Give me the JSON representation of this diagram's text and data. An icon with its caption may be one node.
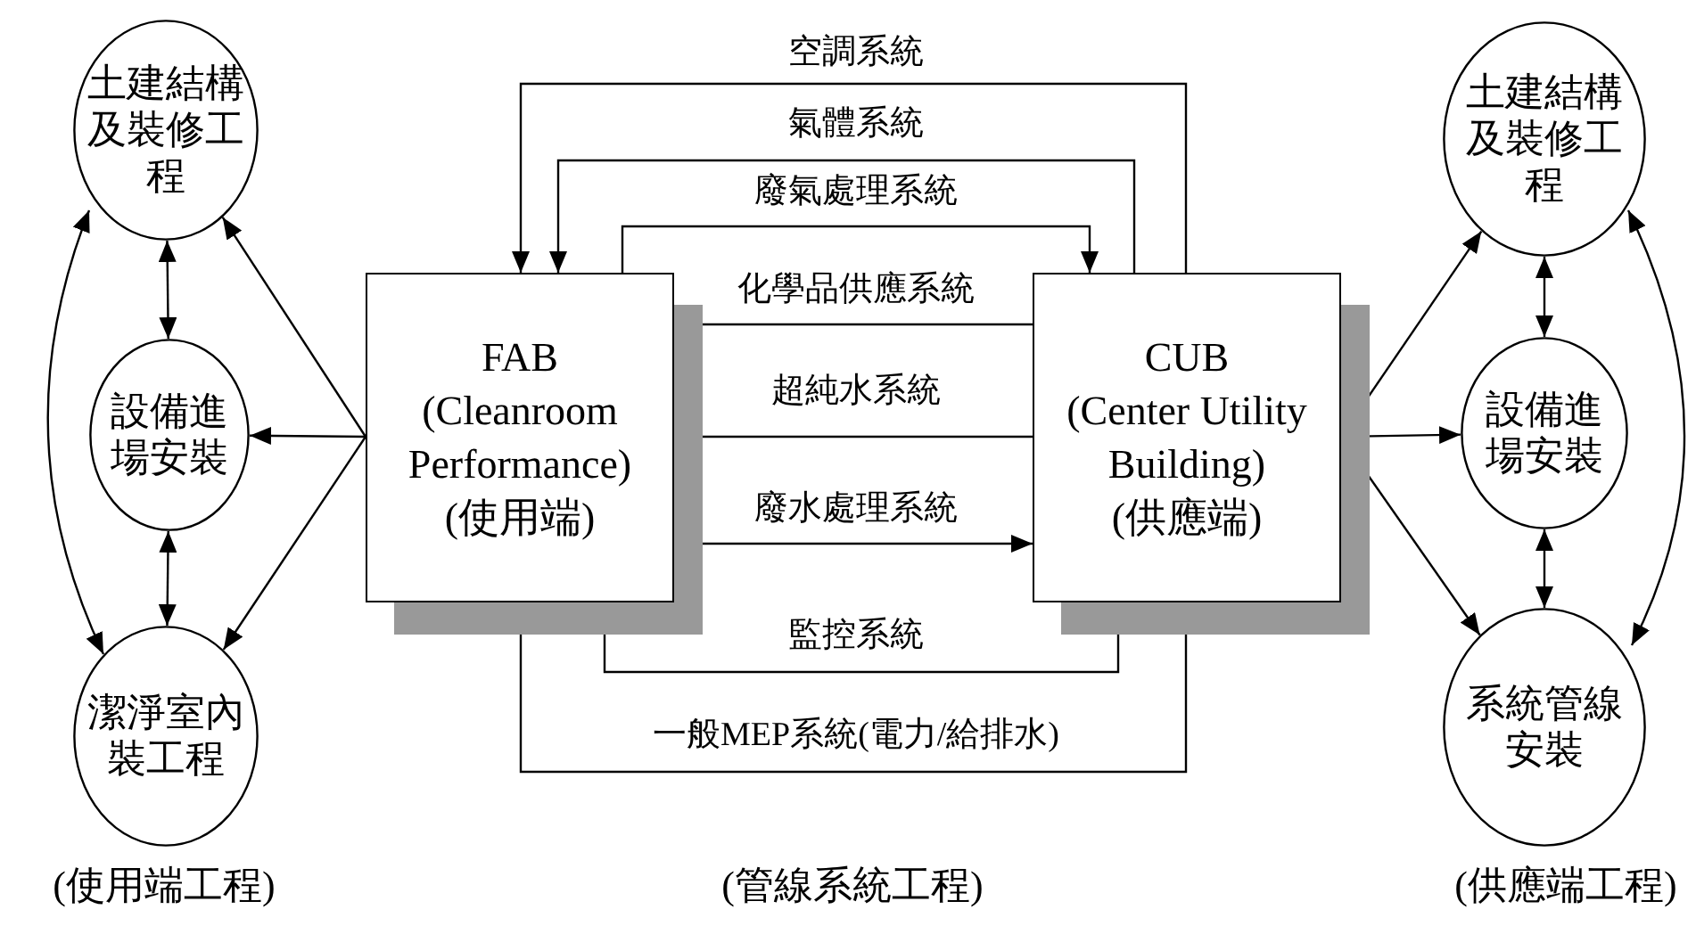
{
  "diagram": {
    "nodes": [
      {
        "text": [
          "土建結構及裝修工程"
        ]
      },
      {
        "text": [
          "設備進場安裝"
        ]
      },
      {
        "text": [
          "潔淨室內裝工程"
        ]
      },
      {
        "text": [
          "FAB",
          "(Cleanroom Performance)",
          "(使用端)"
        ]
      },
      {
        "text": [
          "CUB",
          "(Center Utility Building)",
          "(供應端)"
        ]
      },
      {
        "text": [
          "土建結構及裝修工程"
        ]
      },
      {
        "text": [
          "設備進場安裝"
        ]
      },
      {
        "text": [
          "系統管線安裝"
        ]
      }
    ],
    "edges": [
      {
        "from": 3,
        "to": 0,
        "arrow": "to"
      },
      {
        "from": 3,
        "to": 1,
        "arrow": "to"
      },
      {
        "from": 3,
        "to": 2,
        "arrow": "to"
      },
      {
        "from": 0,
        "to": 1,
        "arrow": "both"
      },
      {
        "from": 1,
        "to": 2,
        "arrow": "both"
      },
      {
        "from": 0,
        "to": 2,
        "arrow": "both"
      },
      {
        "from": 4,
        "to": 5,
        "arrow": "to"
      },
      {
        "from": 4,
        "to": 6,
        "arrow": "to"
      },
      {
        "from": 4,
        "to": 7,
        "arrow": "to"
      },
      {
        "from": 5,
        "to": 6,
        "arrow": "both"
      },
      {
        "from": 6,
        "to": 7,
        "arrow": "both"
      },
      {
        "from": 5,
        "to": 7,
        "arrow": "both"
      },
      {
        "from": 4,
        "to": 3,
        "arrow": "to",
        "label": "空調系統"
      },
      {
        "from": 4,
        "to": 3,
        "arrow": "to",
        "label": "氣體系統"
      },
      {
        "from": 3,
        "to": 4,
        "arrow": "to",
        "label": "廢氣處理系統"
      },
      {
        "from": 4,
        "to": 3,
        "arrow": "to",
        "label": "化學品供應系統"
      },
      {
        "from": 4,
        "to": 3,
        "arrow": "to",
        "label": "超純水系統"
      },
      {
        "from": 3,
        "to": 4,
        "arrow": "to",
        "label": "廢水處理系統"
      },
      {
        "from": 4,
        "to": 3,
        "arrow": "to",
        "label": "監控系統"
      },
      {
        "from": 4,
        "to": 3,
        "arrow": "to",
        "label": "一般MEP系統(電力/給排水)"
      }
    ],
    "labels": [
      "(使用端工程)",
      "(管線系統工程)",
      "(供應端工程)"
    ]
  }
}
